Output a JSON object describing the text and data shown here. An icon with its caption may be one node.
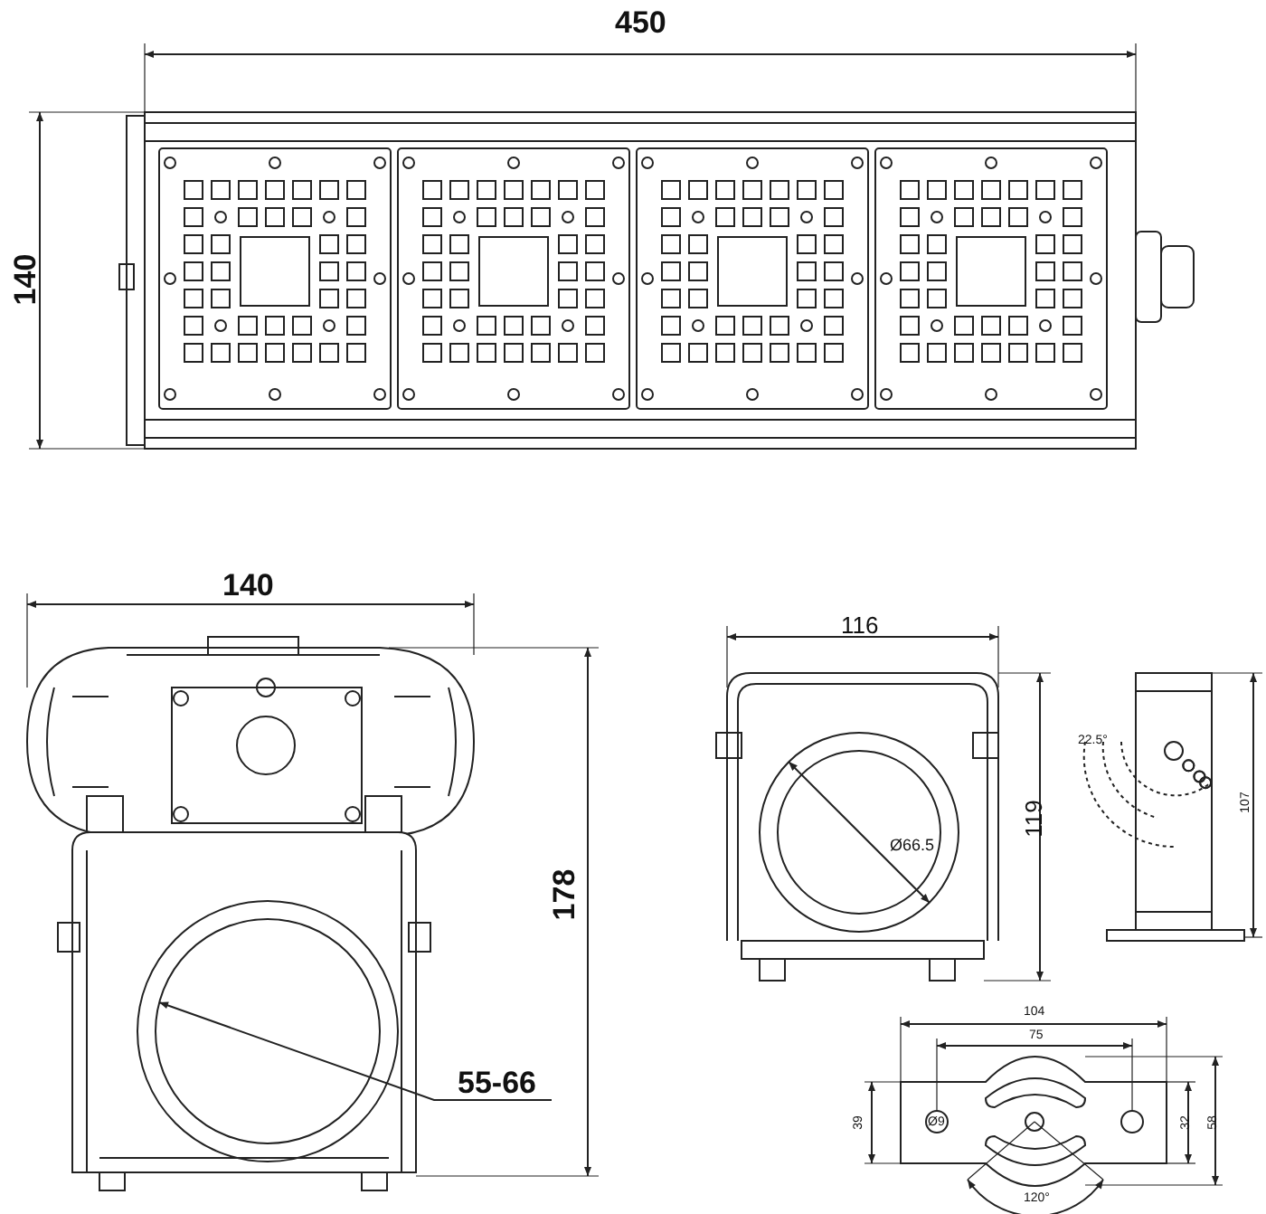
{
  "diagram": {
    "nodes": [
      {
        "text": [
          "55-66"
        ]
      },
      {
        "text": [],
        "shape": "circle"
      }
    ],
    "edges": [
      {
        "from": 0,
        "to": 1,
        "arrow": "to"
      }
    ],
    "labels": [
      "450",
      "140",
      "140",
      "178",
      "116",
      "119",
      "Ø66.5",
      "22.5°",
      "107",
      "104",
      "75",
      "39",
      "Ø9",
      "32",
      "58",
      "120°"
    ]
  }
}
